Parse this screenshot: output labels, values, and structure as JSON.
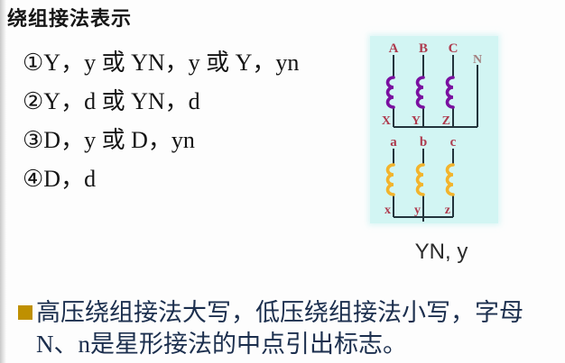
{
  "title": "绕组接法表示",
  "list": {
    "items": [
      "①Y，y 或 YN，y 或 Y，yn",
      "②Y，d 或 YN，d",
      "③D，y 或 D，yn",
      "④D，d"
    ]
  },
  "diagram": {
    "background_color": "#d2f5f3",
    "line_color": "#22343c",
    "label_color": "#ae3b4e",
    "neutral_label_color": "#a38080",
    "hv": {
      "coil_color": "#7a10a0",
      "terminals": [
        "A",
        "B",
        "C"
      ],
      "neutral": "N",
      "ends": [
        "X",
        "Y",
        "Z"
      ]
    },
    "lv": {
      "coil_color": "#f2b42c",
      "terminals": [
        "a",
        "b",
        "c"
      ],
      "ends": [
        "x",
        "y",
        "z"
      ]
    },
    "caption": "YN, y"
  },
  "note": {
    "bullet_color": "#bf9000",
    "text_color": "#1c2f4e",
    "lines": [
      "高压绕组接法大写，低压绕组接法小写，字母",
      "N、n是星形接法的中点引出标志。"
    ]
  }
}
